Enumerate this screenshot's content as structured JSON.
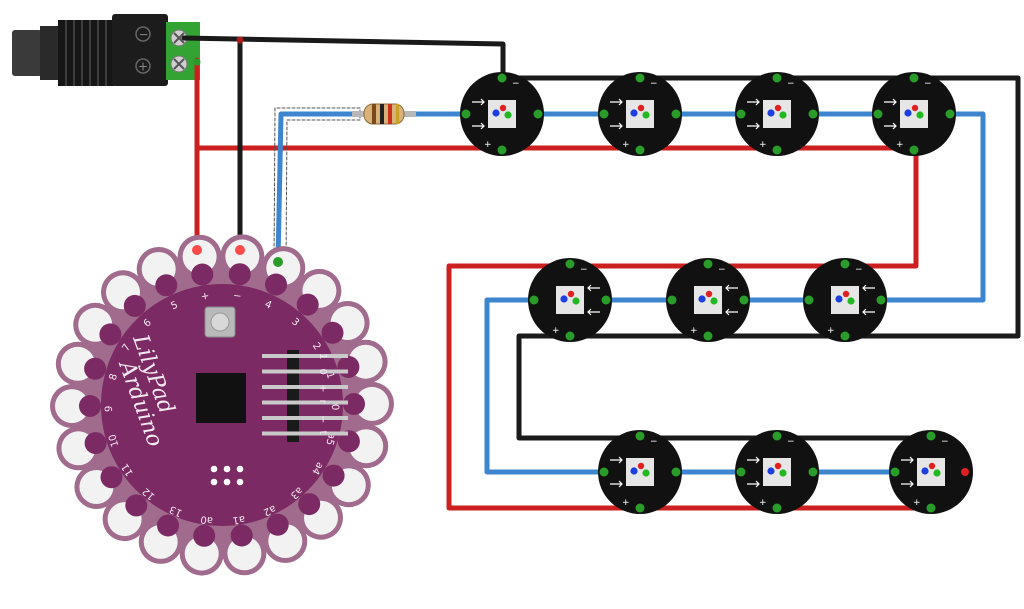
{
  "colors": {
    "wire_power": "#cc1f1f",
    "wire_ground": "#1a1a1a",
    "wire_data": "#3d86cf",
    "board_petal": "#a06b8c",
    "board_core": "#7c2a63",
    "board_pad": "#f2f2f2",
    "led_body": "#111111",
    "pad_green": "#2a9c2a"
  },
  "lilypad": {
    "brand_line1": "LilyPad",
    "brand_line2": "Arduino",
    "pin_labels": [
      "+",
      "−",
      "4",
      "3",
      "2",
      "1",
      "0",
      "a5",
      "a4",
      "a3",
      "a2",
      "a1",
      "a0",
      "13",
      "12",
      "11",
      "10",
      "9",
      "8",
      "7",
      "6",
      "5"
    ],
    "header_labels": [
      "1",
      "0",
      "+",
      "r",
      "−",
      "t"
    ]
  },
  "power_jack": {
    "terminal_labels": [
      "−",
      "+"
    ]
  },
  "led_strip": {
    "count": 10,
    "pad_signs": [
      "−",
      "+"
    ]
  }
}
